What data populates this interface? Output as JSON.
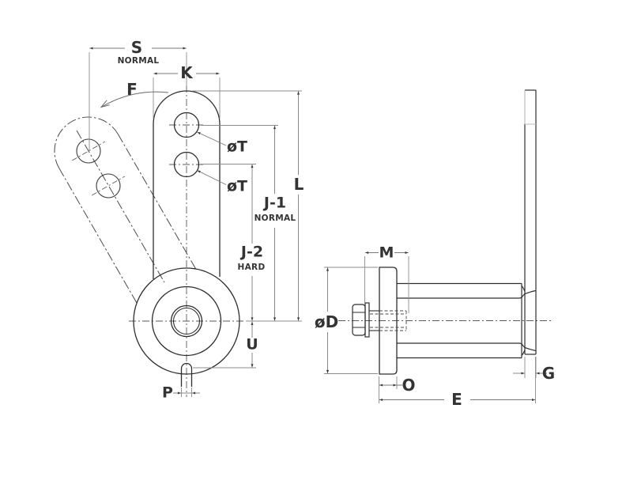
{
  "drawing": {
    "front_view": {
      "dim_s": {
        "label": "S",
        "qualifier": "NORMAL"
      },
      "dim_k": {
        "label": "K"
      },
      "dim_f": {
        "label": "F"
      },
      "dim_t_upper": {
        "label": "øT"
      },
      "dim_t_lower": {
        "label": "øT"
      },
      "dim_l": {
        "label": "L"
      },
      "dim_j1": {
        "label": "J-1",
        "qualifier": "NORMAL"
      },
      "dim_j2": {
        "label": "J-2",
        "qualifier": "HARD"
      },
      "dim_u": {
        "label": "U"
      },
      "dim_p": {
        "label": "P"
      }
    },
    "side_view": {
      "dim_m": {
        "label": "M"
      },
      "dim_d": {
        "label": "øD"
      },
      "dim_o": {
        "label": "O"
      },
      "dim_e": {
        "label": "E"
      },
      "dim_g": {
        "label": "G"
      }
    },
    "colors": {
      "background": "#ffffff",
      "object_line": "#2e2e2e",
      "dimension_line": "#7a7a7a",
      "extension_line": "#8c8c8c",
      "centerline": "#5a5a5a",
      "arrowhead": "#3a3a3a",
      "text": "#333333"
    }
  }
}
